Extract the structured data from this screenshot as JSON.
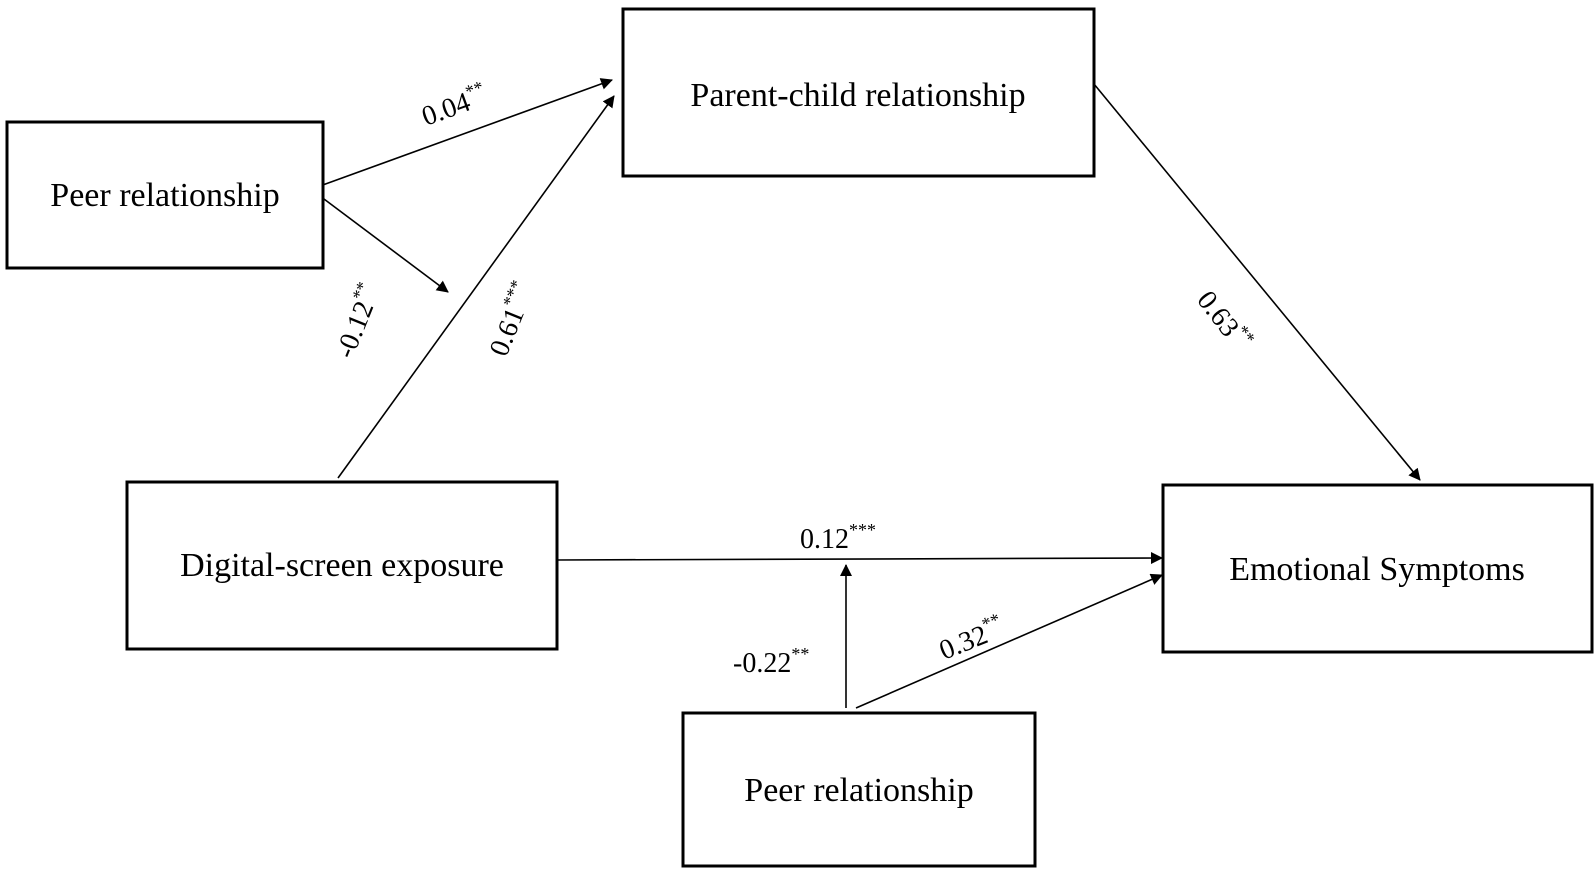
{
  "nodes": {
    "peer_top": "Peer relationship",
    "parent_child": "Parent-child relationship",
    "digital_screen": "Digital-screen exposure",
    "emotional": "Emotional Symptoms",
    "peer_bottom": "Peer relationship"
  },
  "paths": {
    "peer_to_parent": {
      "coef": "0.04",
      "sig": "**"
    },
    "peer_moderation_top": {
      "coef": "-0.12",
      "sig": "**"
    },
    "digital_to_parent": {
      "coef": "0.61",
      "sig": "***"
    },
    "parent_to_emotional": {
      "coef": "0.63",
      "sig": "**"
    },
    "digital_to_emotional": {
      "coef": "0.12",
      "sig": "***"
    },
    "peer_moderation_bottom": {
      "coef": "-0.22",
      "sig": "**"
    },
    "peer_to_emotional": {
      "coef": "0.32",
      "sig": "**"
    }
  }
}
